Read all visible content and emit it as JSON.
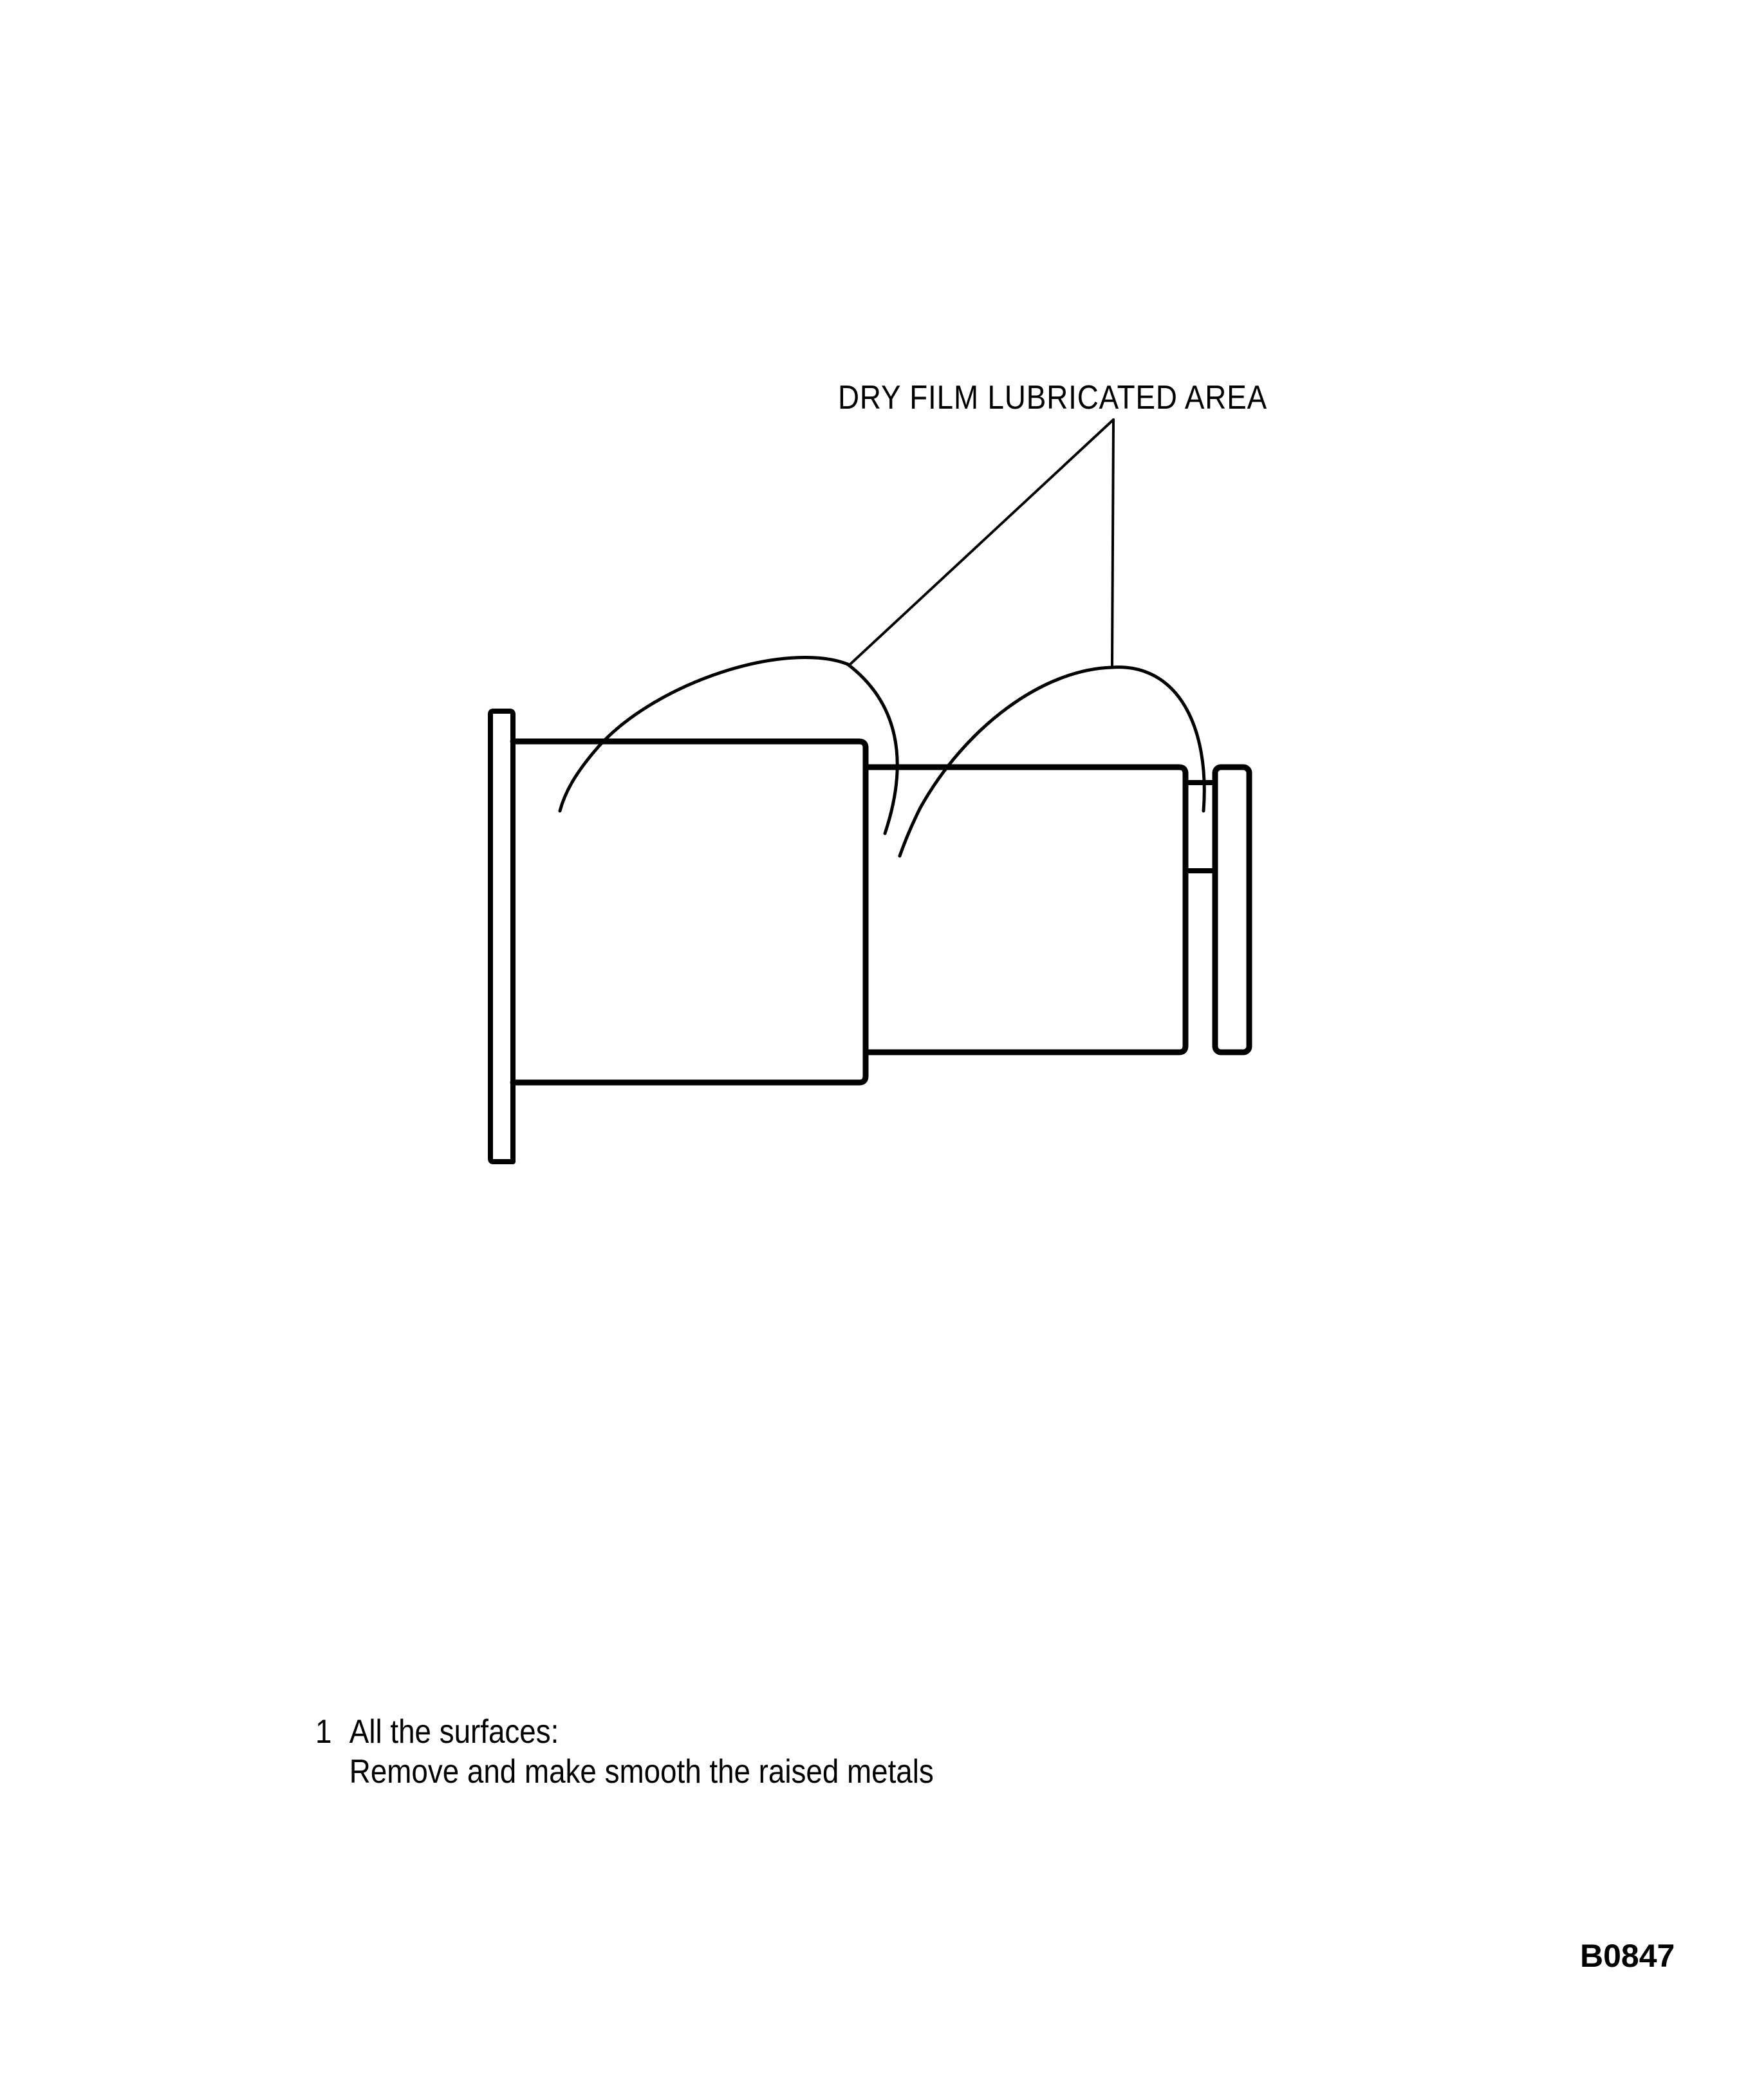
{
  "diagram": {
    "callout_label": "DRY FILM LUBRICATED AREA",
    "parts": [
      "flange",
      "large-cylinder",
      "small-cylinder",
      "groove",
      "end-cap"
    ],
    "leader_points": 2,
    "arrows": 4
  },
  "note": {
    "number": "1",
    "line1": "All the surfaces:",
    "line2": "Remove and make smooth the raised metals"
  },
  "figure_id": "B0847",
  "colors": {
    "ink": "#000000",
    "background": "#ffffff"
  }
}
